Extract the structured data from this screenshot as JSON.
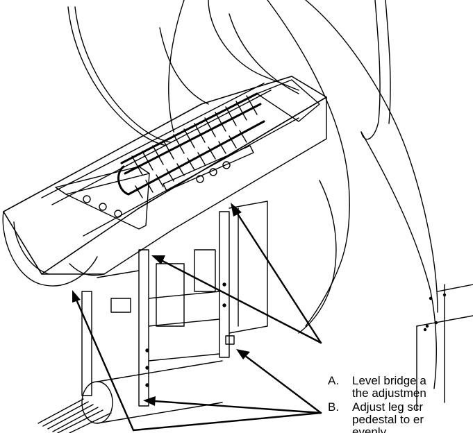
{
  "figure": {
    "icon": "ct-gantry-couch-bridge-illustration",
    "callouts": [
      {
        "letter": "A.",
        "lines": [
          "Level bridge a",
          "the adjustmen"
        ]
      },
      {
        "letter": "B.",
        "lines": [
          "Adjust leg scr",
          "pedestal to er",
          "evenly."
        ]
      }
    ]
  }
}
